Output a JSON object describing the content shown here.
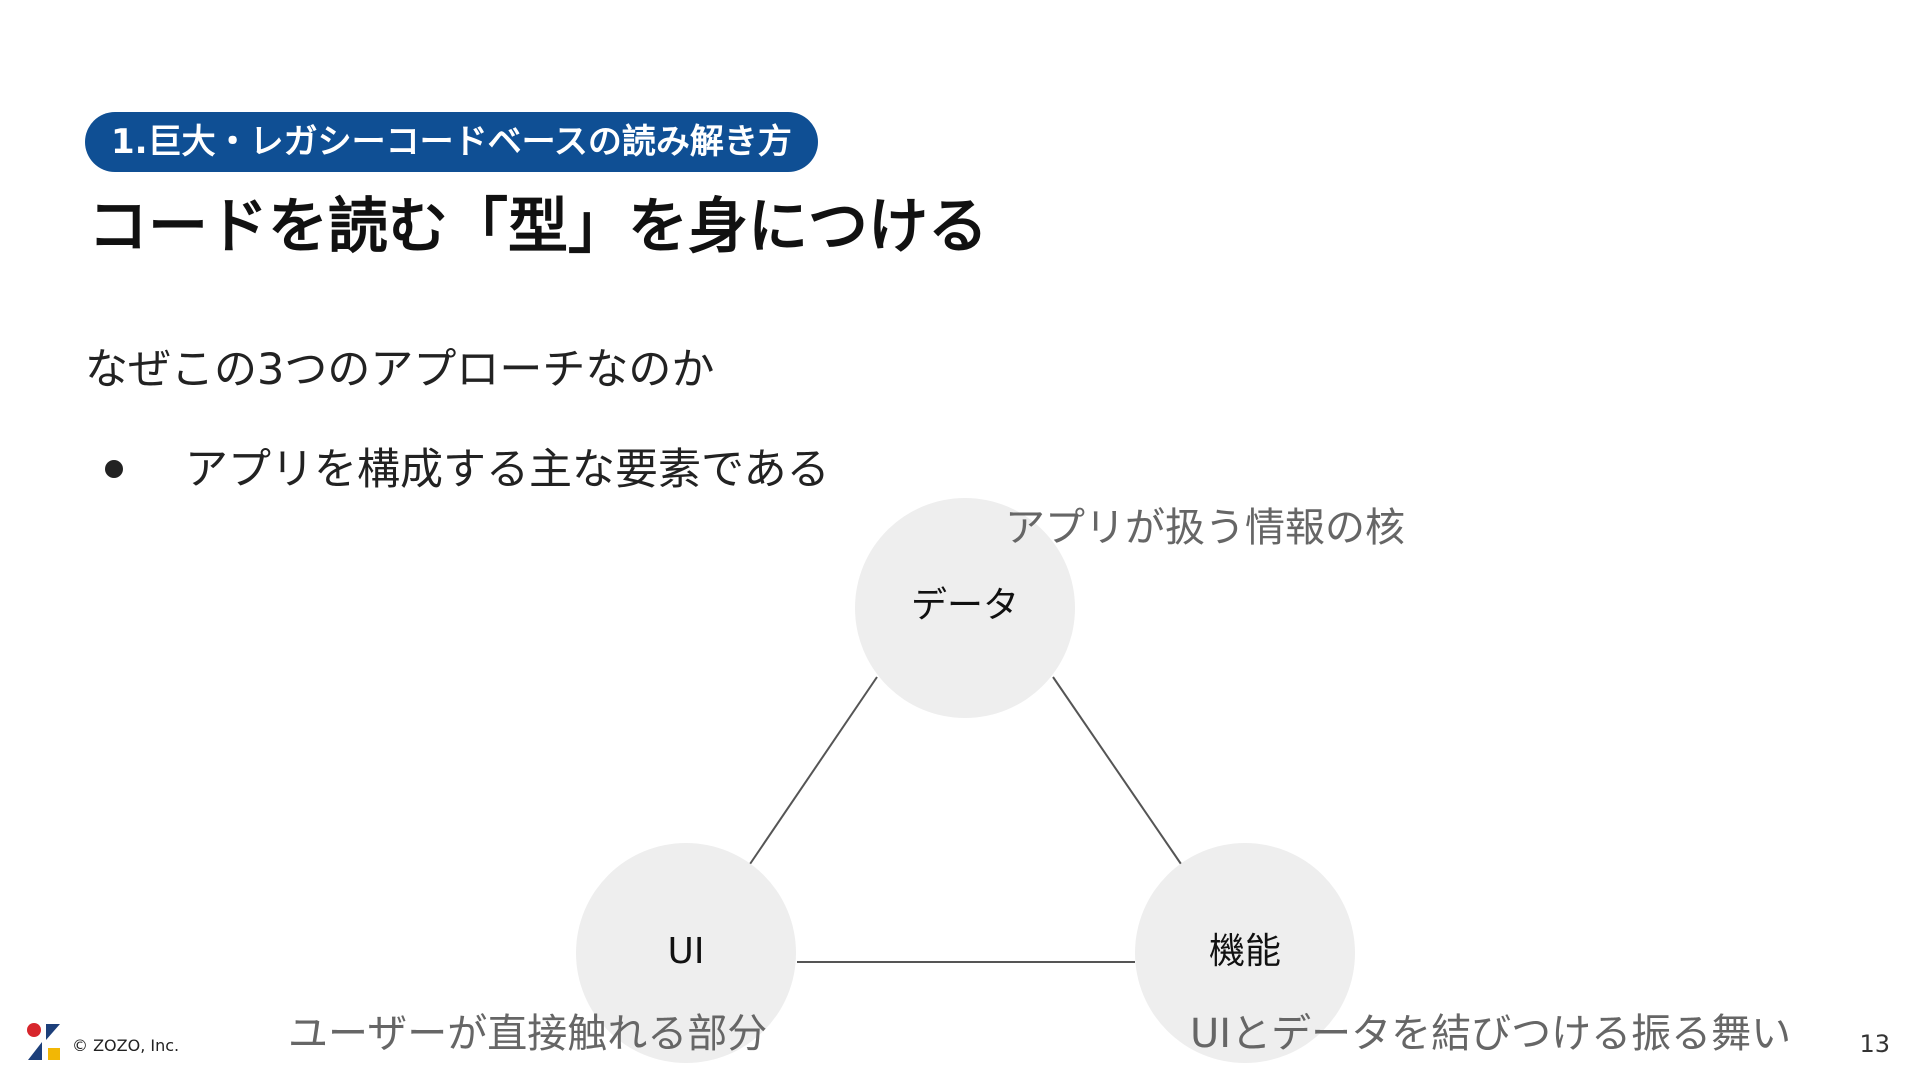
{
  "section_label": "1.巨大・レガシーコードベースの読み解き方",
  "title": "コードを読む「型」を身につける",
  "lead": "なぜこの3つのアプローチなのか",
  "bullets": [
    "アプリを構成する主な要素である"
  ],
  "diagram": {
    "nodes": [
      {
        "id": "data",
        "label": "データ",
        "description": "アプリが扱う情報の核"
      },
      {
        "id": "ui",
        "label": "UI",
        "description": "ユーザーが直接触れる部分"
      },
      {
        "id": "function",
        "label": "機能",
        "description": "UIとデータを結びつける振る舞い"
      }
    ],
    "edges": [
      {
        "from": "data",
        "to": "ui"
      },
      {
        "from": "data",
        "to": "function"
      },
      {
        "from": "ui",
        "to": "function"
      }
    ]
  },
  "colors": {
    "pill_background": "#0f4f94",
    "node_fill": "#eeeeee",
    "edge_stroke": "#555555",
    "logo_red": "#d7262c",
    "logo_navy": "#1c3f7a",
    "logo_yellow": "#f2b705"
  },
  "footer": {
    "copyright": "© ZOZO, Inc.",
    "page_number": "13"
  }
}
